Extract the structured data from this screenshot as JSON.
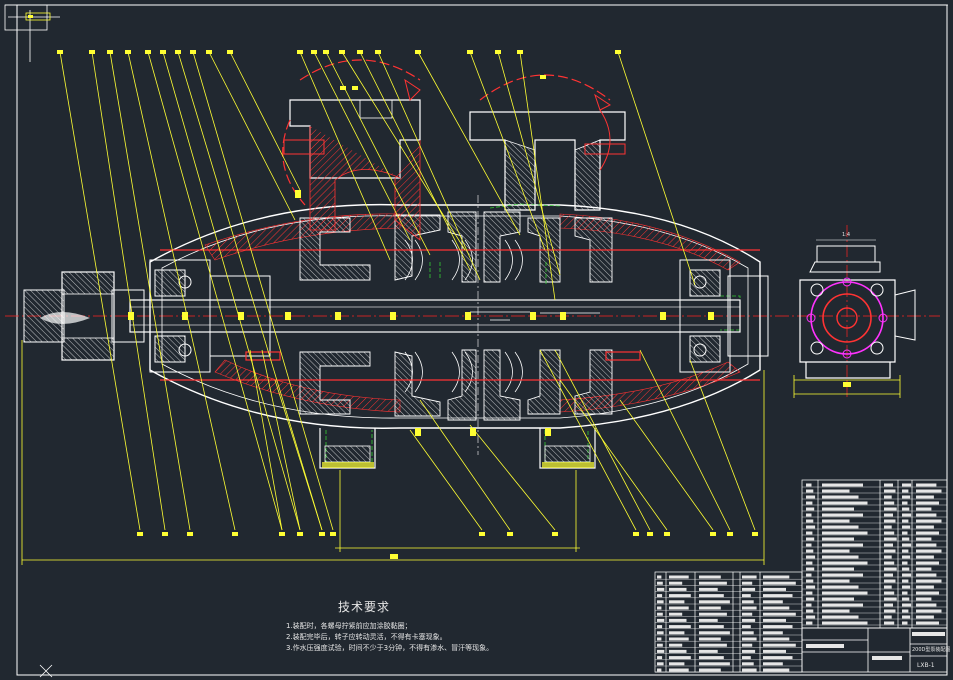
{
  "drawing": {
    "tech_requirements": {
      "title": "技术要求",
      "lines": [
        "1.装配时，各螺母拧紧前应加涂胶黏圈；",
        "2.装配完毕后，转子应转动灵活，不得有卡塞现象。",
        "3.作水压强度试验，时间不少于3分钟，不得有渗水、冒汗等现象。"
      ]
    },
    "title_block": {
      "name": "200D型泵装配图",
      "drawing_no": "LXB-1"
    },
    "side_view": {
      "scale_label": "1:4"
    },
    "colors": {
      "background": "#212830",
      "outline": "#ffffff",
      "leader": "#ffff33",
      "hatch": "#ff3333",
      "centerline": "#ff2222",
      "hidden": "#33cc33",
      "magenta": "#ff33ff"
    }
  }
}
